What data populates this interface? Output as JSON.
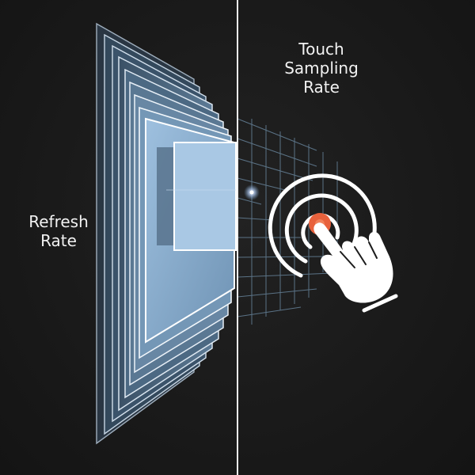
{
  "labels": {
    "refresh_rate": {
      "line1": "Refresh",
      "line2": "Rate"
    },
    "touch_sampling_rate": {
      "line1": "Touch",
      "line2": "Sampling",
      "line3": "Rate"
    }
  },
  "icons": {
    "left": "stacked-display-frames",
    "right": "touch-tap-hand-icon"
  },
  "colors": {
    "background": "#1b1b1b",
    "panel_blue": "#8fb4d6",
    "outline": "#dfe9f3",
    "grid": "#5d7f9a",
    "touch_point": "#e8613c",
    "hand": "#ffffff",
    "divider": "#f0f0f0"
  }
}
